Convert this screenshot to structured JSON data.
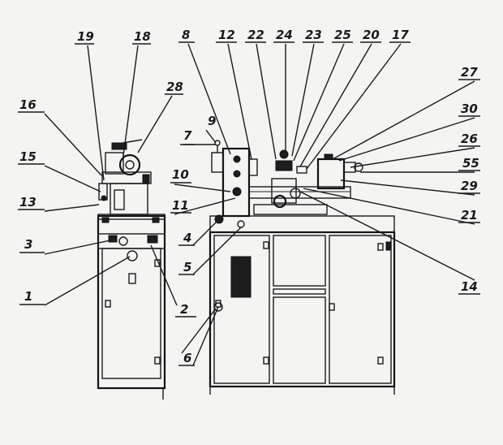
{
  "callouts": {
    "1": "1",
    "2": "2",
    "3": "3",
    "4": "4",
    "5": "5",
    "6": "6",
    "7": "7",
    "8": "8",
    "9": "9",
    "10": "10",
    "11": "11",
    "12": "12",
    "13": "13",
    "14": "14",
    "15": "15",
    "16": "16",
    "17": "17",
    "18": "18",
    "19": "19",
    "20": "20",
    "21": "21",
    "22": "22",
    "23": "23",
    "24": "24",
    "25": "25",
    "26": "26",
    "27": "27",
    "28": "28",
    "29": "29",
    "30": "30",
    "55": "55"
  },
  "colors": {
    "ink": "#1a1a1a",
    "paper": "#f4f4f2"
  }
}
